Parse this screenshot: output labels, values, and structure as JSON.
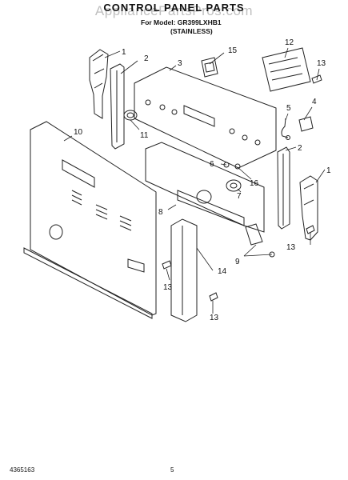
{
  "header": {
    "watermark": "AppliancePartsPros.com",
    "title": "CONTROL PANEL PARTS",
    "model_line": "For Model: GR399LXHB1",
    "color_line": "(STAINLESS)"
  },
  "callouts": [
    "1",
    "2",
    "3",
    "15",
    "12",
    "13",
    "5",
    "4",
    "10",
    "11",
    "2",
    "6",
    "16",
    "7",
    "8",
    "1",
    "13",
    "9",
    "14",
    "13",
    "13"
  ],
  "footer": {
    "part_number": "4365163",
    "page_number": "5"
  }
}
